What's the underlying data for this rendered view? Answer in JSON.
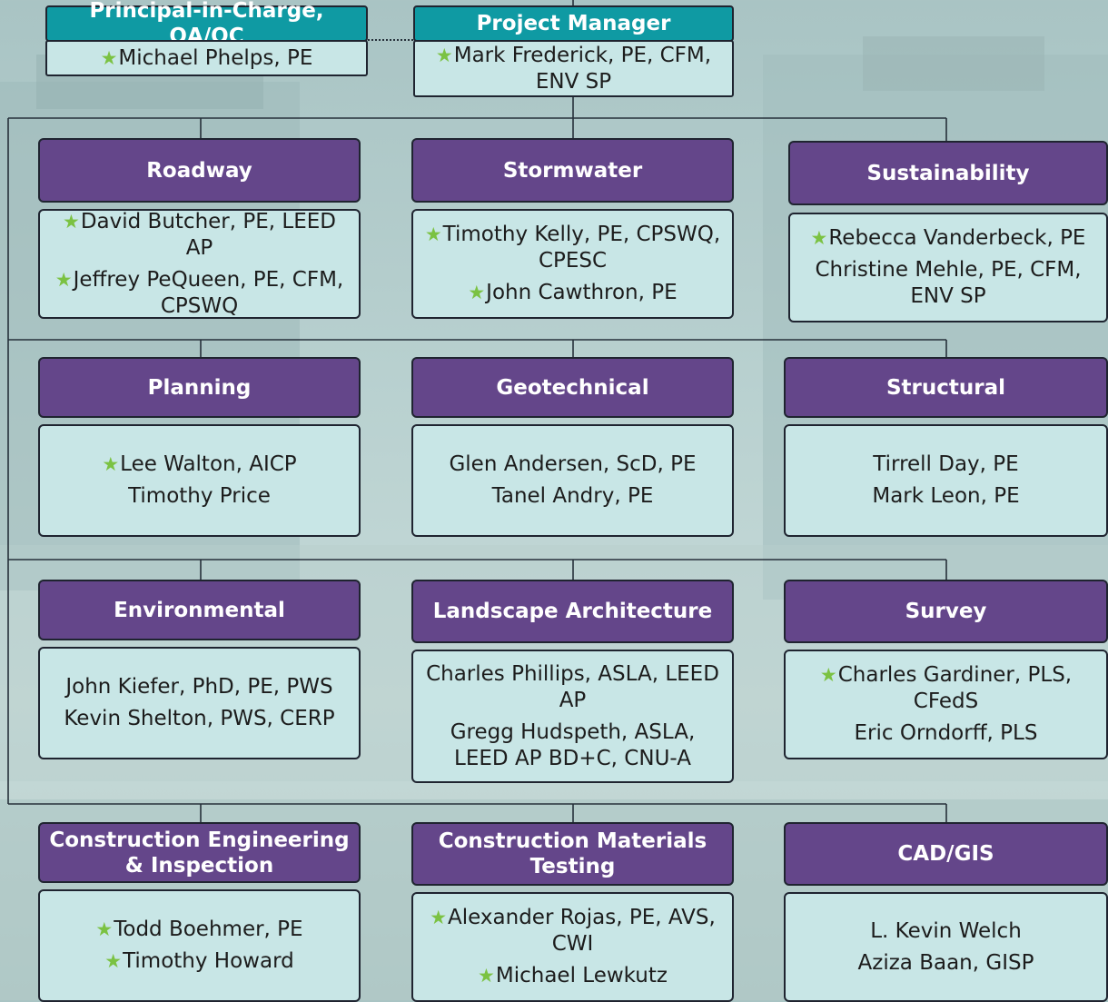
{
  "accent_colors": {
    "section_header": "#64468a",
    "top_header": "#0f9aa3",
    "body": "#c8e6e6",
    "star": "#7bc242"
  },
  "legend_icon": "star-icon",
  "top": {
    "principal": {
      "title": "Principal-in-Charge, QA/QC",
      "people": [
        {
          "name": "Michael Phelps, PE",
          "star": true
        }
      ]
    },
    "pm": {
      "title": "Project Manager",
      "people": [
        {
          "name": "Mark Frederick, PE, CFM, ENV SP",
          "star": true
        }
      ]
    }
  },
  "sections": [
    {
      "title": "Roadway",
      "people": [
        {
          "name": "David Butcher, PE, LEED AP",
          "star": true
        },
        {
          "name": "Jeffrey PeQueen, PE, CFM, CPSWQ",
          "star": true
        }
      ]
    },
    {
      "title": "Stormwater",
      "people": [
        {
          "name": "Timothy Kelly, PE, CPSWQ, CPESC",
          "star": true
        },
        {
          "name": "John Cawthron, PE",
          "star": true
        }
      ]
    },
    {
      "title": "Sustainability",
      "people": [
        {
          "name": "Rebecca Vanderbeck, PE",
          "star": true
        },
        {
          "name": "Christine Mehle, PE, CFM, ENV SP",
          "star": false
        }
      ]
    },
    {
      "title": "Planning",
      "people": [
        {
          "name": "Lee Walton, AICP",
          "star": true
        },
        {
          "name": "Timothy Price",
          "star": false
        }
      ]
    },
    {
      "title": "Geotechnical",
      "people": [
        {
          "name": "Glen Andersen, ScD, PE",
          "star": false
        },
        {
          "name": "Tanel Andry, PE",
          "star": false
        }
      ]
    },
    {
      "title": "Structural",
      "people": [
        {
          "name": "Tirrell Day, PE",
          "star": false
        },
        {
          "name": "Mark Leon, PE",
          "star": false
        }
      ]
    },
    {
      "title": "Environmental",
      "people": [
        {
          "name": "John Kiefer, PhD, PE, PWS",
          "star": false
        },
        {
          "name": "Kevin Shelton, PWS, CERP",
          "star": false
        }
      ]
    },
    {
      "title": "Landscape Architecture",
      "people": [
        {
          "name": "Charles Phillips, ASLA, LEED AP",
          "star": false
        },
        {
          "name": "Gregg Hudspeth, ASLA, LEED AP BD+C, CNU-A",
          "star": false
        }
      ]
    },
    {
      "title": "Survey",
      "people": [
        {
          "name": "Charles Gardiner, PLS, CFedS",
          "star": true
        },
        {
          "name": "Eric Orndorff, PLS",
          "star": false
        }
      ]
    },
    {
      "title": "Construction Engineering & Inspection",
      "people": [
        {
          "name": "Todd Boehmer, PE",
          "star": true
        },
        {
          "name": "Timothy Howard",
          "star": true
        }
      ]
    },
    {
      "title": "Construction Materials Testing",
      "people": [
        {
          "name": "Alexander Rojas, PE, AVS, CWI",
          "star": true
        },
        {
          "name": "Michael Lewkutz",
          "star": true
        }
      ]
    },
    {
      "title": "CAD/GIS",
      "people": [
        {
          "name": "L. Kevin Welch",
          "star": false
        },
        {
          "name": "Aziza Baan, GISP",
          "star": false
        }
      ]
    }
  ]
}
